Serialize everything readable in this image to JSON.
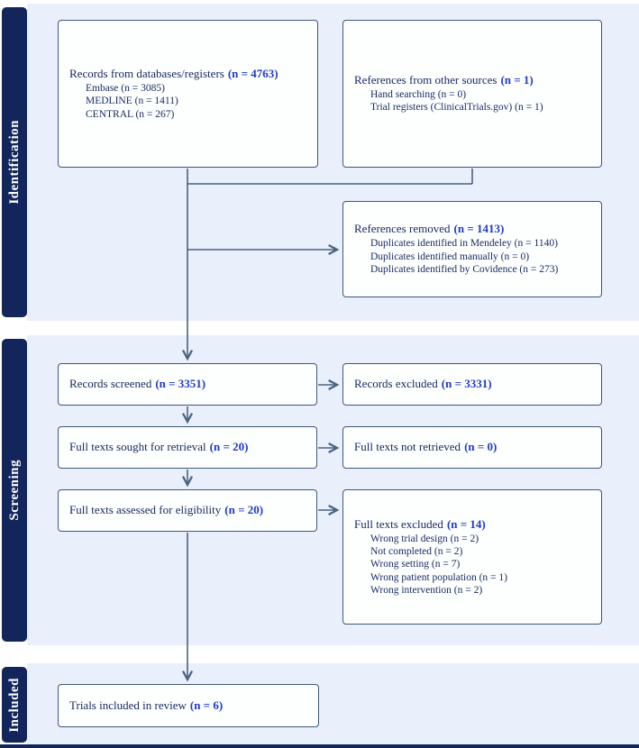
{
  "sidebar": {
    "sections": [
      {
        "label": "Identification"
      },
      {
        "label": "Screening"
      },
      {
        "label": "Included"
      }
    ]
  },
  "boxes": {
    "records_databases": {
      "title": "Records from databases/registers",
      "count": "(n = 4763)",
      "items": [
        "Embase (n = 3085)",
        "MEDLINE (n = 1411)",
        "CENTRAL (n = 267)"
      ]
    },
    "references_other": {
      "title": "References from other sources",
      "count": "(n = 1)",
      "items": [
        "Hand searching (n = 0)",
        "Trial registers (ClinicalTrials.gov) (n = 1)"
      ]
    },
    "references_removed": {
      "title": "References removed",
      "count": "(n = 1413)",
      "items": [
        "Duplicates identified in Mendeley (n = 1140)",
        "Duplicates identified manually (n = 0)",
        "Duplicates identified by Covidence (n = 273)"
      ]
    },
    "records_screened": {
      "title": "Records screened",
      "count": "(n = 3351)"
    },
    "records_excluded": {
      "title": "Records excluded",
      "count": "(n = 3331)"
    },
    "fulltexts_sought": {
      "title": "Full texts sought for retrieval",
      "count": "(n = 20)"
    },
    "fulltexts_not_retrieved": {
      "title": "Full texts not retrieved",
      "count": "(n = 0)"
    },
    "fulltexts_assessed": {
      "title": "Full texts assessed for eligibility",
      "count": "(n = 20)"
    },
    "fulltexts_excluded": {
      "title": "Full texts excluded",
      "count": "(n = 14)",
      "items": [
        "Wrong trial design (n = 2)",
        "Not completed (n = 2)",
        "Wrong setting (n = 7)",
        "Wrong patient population (n = 1)",
        "Wrong intervention (n = 2)"
      ]
    },
    "trials_included": {
      "title": "Trials included in review",
      "count": "(n = 6)"
    }
  },
  "colors": {
    "sidebar_navy": "#12265c",
    "panel_blue": "#e9effb",
    "box_border": "#3e5878",
    "connector": "#4a6280",
    "text_navy": "#16295e",
    "accent_blue": "#1f3bc4"
  }
}
